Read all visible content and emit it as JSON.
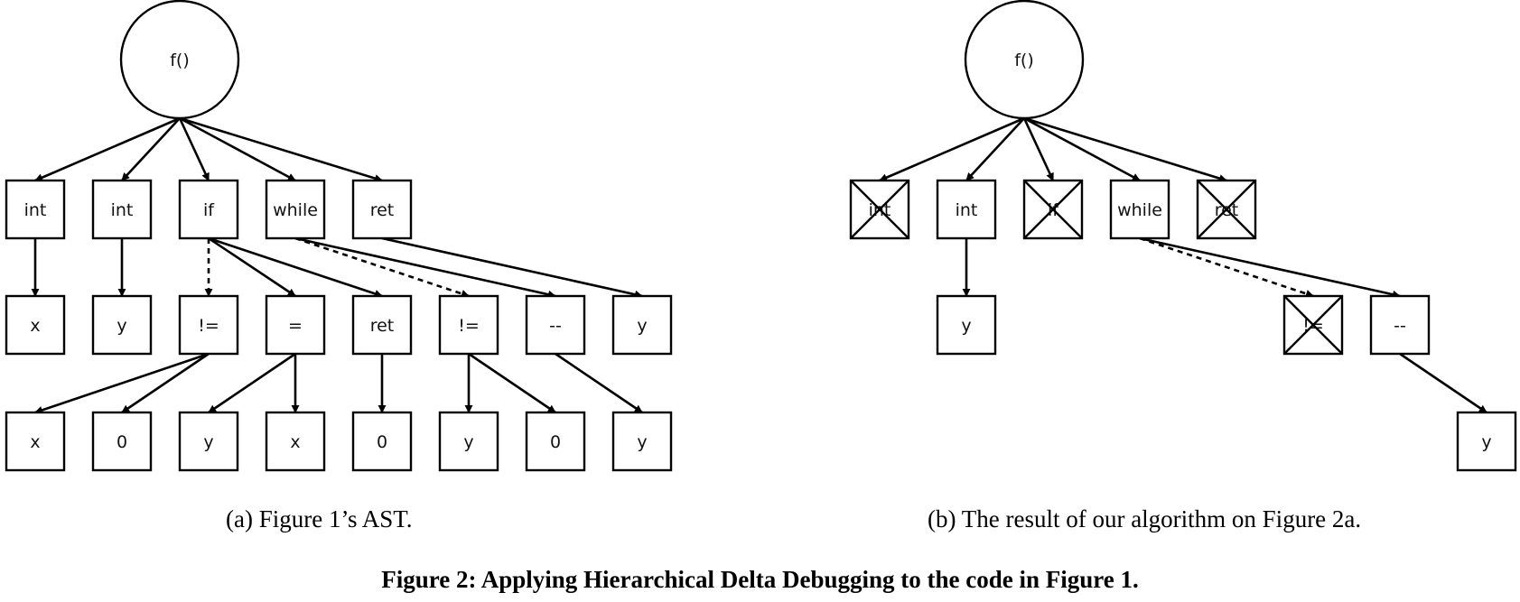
{
  "subfigures": [
    {
      "id": "a",
      "caption": "(a) Figure 1’s AST.",
      "nodes": [
        {
          "id": "root",
          "label": "f()",
          "shape": "circle"
        },
        {
          "id": "int1",
          "label": "int"
        },
        {
          "id": "int2",
          "label": "int"
        },
        {
          "id": "if",
          "label": "if"
        },
        {
          "id": "while",
          "label": "while"
        },
        {
          "id": "ret1",
          "label": "ret"
        },
        {
          "id": "x1",
          "label": "x"
        },
        {
          "id": "y1",
          "label": "y"
        },
        {
          "id": "neq1",
          "label": "!="
        },
        {
          "id": "eq",
          "label": "="
        },
        {
          "id": "ret2",
          "label": "ret"
        },
        {
          "id": "neq2",
          "label": "!="
        },
        {
          "id": "dec",
          "label": "--"
        },
        {
          "id": "y2",
          "label": "y"
        },
        {
          "id": "x2",
          "label": "x"
        },
        {
          "id": "z1",
          "label": "0"
        },
        {
          "id": "y3",
          "label": "y"
        },
        {
          "id": "x3",
          "label": "x"
        },
        {
          "id": "z2",
          "label": "0"
        },
        {
          "id": "y4",
          "label": "y"
        },
        {
          "id": "z3",
          "label": "0"
        },
        {
          "id": "y5",
          "label": "y"
        }
      ],
      "edges": [
        {
          "from": "root",
          "to": "int1"
        },
        {
          "from": "root",
          "to": "int2"
        },
        {
          "from": "root",
          "to": "if"
        },
        {
          "from": "root",
          "to": "while"
        },
        {
          "from": "root",
          "to": "ret1"
        },
        {
          "from": "int1",
          "to": "x1"
        },
        {
          "from": "int2",
          "to": "y1"
        },
        {
          "from": "if",
          "to": "neq1",
          "dashed": true
        },
        {
          "from": "if",
          "to": "eq"
        },
        {
          "from": "if",
          "to": "ret2"
        },
        {
          "from": "while",
          "to": "neq2",
          "dashed": true
        },
        {
          "from": "while",
          "to": "dec"
        },
        {
          "from": "ret1",
          "to": "y2"
        },
        {
          "from": "neq1",
          "to": "x2"
        },
        {
          "from": "neq1",
          "to": "z1"
        },
        {
          "from": "eq",
          "to": "y3"
        },
        {
          "from": "eq",
          "to": "x3"
        },
        {
          "from": "ret2",
          "to": "z2"
        },
        {
          "from": "neq2",
          "to": "y4"
        },
        {
          "from": "neq2",
          "to": "z3"
        },
        {
          "from": "dec",
          "to": "y5"
        }
      ]
    },
    {
      "id": "b",
      "caption": "(b) The result of our algorithm on Figure 2a.",
      "nodes": [
        {
          "id": "root",
          "label": "f()",
          "shape": "circle"
        },
        {
          "id": "int1",
          "label": "int",
          "crossed": true
        },
        {
          "id": "int2",
          "label": "int"
        },
        {
          "id": "if",
          "label": "if",
          "crossed": true
        },
        {
          "id": "while",
          "label": "while"
        },
        {
          "id": "ret1",
          "label": "ret",
          "crossed": true
        },
        {
          "id": "y1",
          "label": "y"
        },
        {
          "id": "neq2",
          "label": "!=",
          "crossed": true
        },
        {
          "id": "dec",
          "label": "--"
        },
        {
          "id": "y5",
          "label": "y"
        }
      ],
      "edges": [
        {
          "from": "root",
          "to": "int1"
        },
        {
          "from": "root",
          "to": "int2"
        },
        {
          "from": "root",
          "to": "if"
        },
        {
          "from": "root",
          "to": "while"
        },
        {
          "from": "root",
          "to": "ret1"
        },
        {
          "from": "int2",
          "to": "y1"
        },
        {
          "from": "while",
          "to": "neq2",
          "dashed": true
        },
        {
          "from": "while",
          "to": "dec"
        },
        {
          "from": "dec",
          "to": "y5"
        }
      ]
    }
  ],
  "main_caption": "Figure 2: Applying Hierarchical Delta Debugging to the code in Figure 1."
}
